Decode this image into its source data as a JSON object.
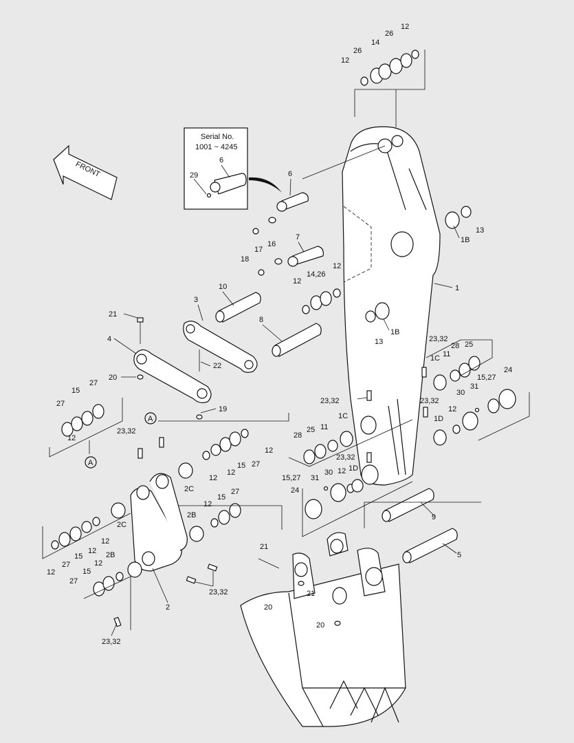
{
  "front_label": "FRONT",
  "serial_box": {
    "line1": "Serial No.",
    "line2": "1001 ~ 4245"
  },
  "callouts": [
    {
      "id": "c1",
      "text": "1"
    },
    {
      "id": "c1b_a",
      "text": "1B"
    },
    {
      "id": "c1b_b",
      "text": "1B"
    },
    {
      "id": "c1c_a",
      "text": "1C"
    },
    {
      "id": "c1c_b",
      "text": "1C"
    },
    {
      "id": "c1d_a",
      "text": "1D"
    },
    {
      "id": "c1d_b",
      "text": "1D"
    },
    {
      "id": "c2",
      "text": "2"
    },
    {
      "id": "c2b_a",
      "text": "2B"
    },
    {
      "id": "c2b_b",
      "text": "2B"
    },
    {
      "id": "c2c_a",
      "text": "2C"
    },
    {
      "id": "c2c_b",
      "text": "2C"
    },
    {
      "id": "c3",
      "text": "3"
    },
    {
      "id": "c4",
      "text": "4"
    },
    {
      "id": "c5",
      "text": "5"
    },
    {
      "id": "c6a",
      "text": "6"
    },
    {
      "id": "c6b",
      "text": "6"
    },
    {
      "id": "c7",
      "text": "7"
    },
    {
      "id": "c8",
      "text": "8"
    },
    {
      "id": "c9",
      "text": "9"
    },
    {
      "id": "c10",
      "text": "10"
    },
    {
      "id": "c11a",
      "text": "11"
    },
    {
      "id": "c11b",
      "text": "11"
    },
    {
      "id": "c12_1",
      "text": "12"
    },
    {
      "id": "c12_2",
      "text": "12"
    },
    {
      "id": "c12_3",
      "text": "12"
    },
    {
      "id": "c12_4",
      "text": "12"
    },
    {
      "id": "c12_5",
      "text": "12"
    },
    {
      "id": "c12_6",
      "text": "12"
    },
    {
      "id": "c12_7",
      "text": "12"
    },
    {
      "id": "c12_8",
      "text": "12"
    },
    {
      "id": "c12_9",
      "text": "12"
    },
    {
      "id": "c12_10",
      "text": "12"
    },
    {
      "id": "c12_11",
      "text": "12"
    },
    {
      "id": "c12_12",
      "text": "12"
    },
    {
      "id": "c12_13",
      "text": "12"
    },
    {
      "id": "c12_14",
      "text": "12"
    },
    {
      "id": "c12_15",
      "text": "12"
    },
    {
      "id": "c13a",
      "text": "13"
    },
    {
      "id": "c13b",
      "text": "13"
    },
    {
      "id": "c14",
      "text": "14"
    },
    {
      "id": "c14_26",
      "text": "14,26"
    },
    {
      "id": "c15a",
      "text": "15"
    },
    {
      "id": "c15b",
      "text": "15"
    },
    {
      "id": "c15c",
      "text": "15"
    },
    {
      "id": "c15d",
      "text": "15"
    },
    {
      "id": "c15e",
      "text": "15"
    },
    {
      "id": "c15_27a",
      "text": "15,27"
    },
    {
      "id": "c15_27b",
      "text": "15,27"
    },
    {
      "id": "c16",
      "text": "16"
    },
    {
      "id": "c17",
      "text": "17"
    },
    {
      "id": "c18",
      "text": "18"
    },
    {
      "id": "c19",
      "text": "19"
    },
    {
      "id": "c20a",
      "text": "20"
    },
    {
      "id": "c20b",
      "text": "20"
    },
    {
      "id": "c20c",
      "text": "20"
    },
    {
      "id": "c21a",
      "text": "21"
    },
    {
      "id": "c21b",
      "text": "21"
    },
    {
      "id": "c21c",
      "text": "21"
    },
    {
      "id": "c22",
      "text": "22"
    },
    {
      "id": "c2332_a",
      "text": "23,32"
    },
    {
      "id": "c2332_b",
      "text": "23,32"
    },
    {
      "id": "c2332_c",
      "text": "23,32"
    },
    {
      "id": "c2332_d",
      "text": "23,32"
    },
    {
      "id": "c2332_e",
      "text": "23,32"
    },
    {
      "id": "c2332_f",
      "text": "23,32"
    },
    {
      "id": "c2332_g",
      "text": "23,32"
    },
    {
      "id": "c24a",
      "text": "24"
    },
    {
      "id": "c24b",
      "text": "24"
    },
    {
      "id": "c25a",
      "text": "25"
    },
    {
      "id": "c25b",
      "text": "25"
    },
    {
      "id": "c26a",
      "text": "26"
    },
    {
      "id": "c26b",
      "text": "26"
    },
    {
      "id": "c27a",
      "text": "27"
    },
    {
      "id": "c27b",
      "text": "27"
    },
    {
      "id": "c27c",
      "text": "27"
    },
    {
      "id": "c27d",
      "text": "27"
    },
    {
      "id": "c27e",
      "text": "27"
    },
    {
      "id": "c27f",
      "text": "27"
    },
    {
      "id": "c28a",
      "text": "28"
    },
    {
      "id": "c28b",
      "text": "28"
    },
    {
      "id": "c29",
      "text": "29"
    },
    {
      "id": "c30a",
      "text": "30"
    },
    {
      "id": "c30b",
      "text": "30"
    },
    {
      "id": "c31a",
      "text": "31"
    },
    {
      "id": "c31b",
      "text": "31"
    },
    {
      "id": "cA1",
      "text": "A"
    },
    {
      "id": "cA2",
      "text": "A"
    }
  ]
}
